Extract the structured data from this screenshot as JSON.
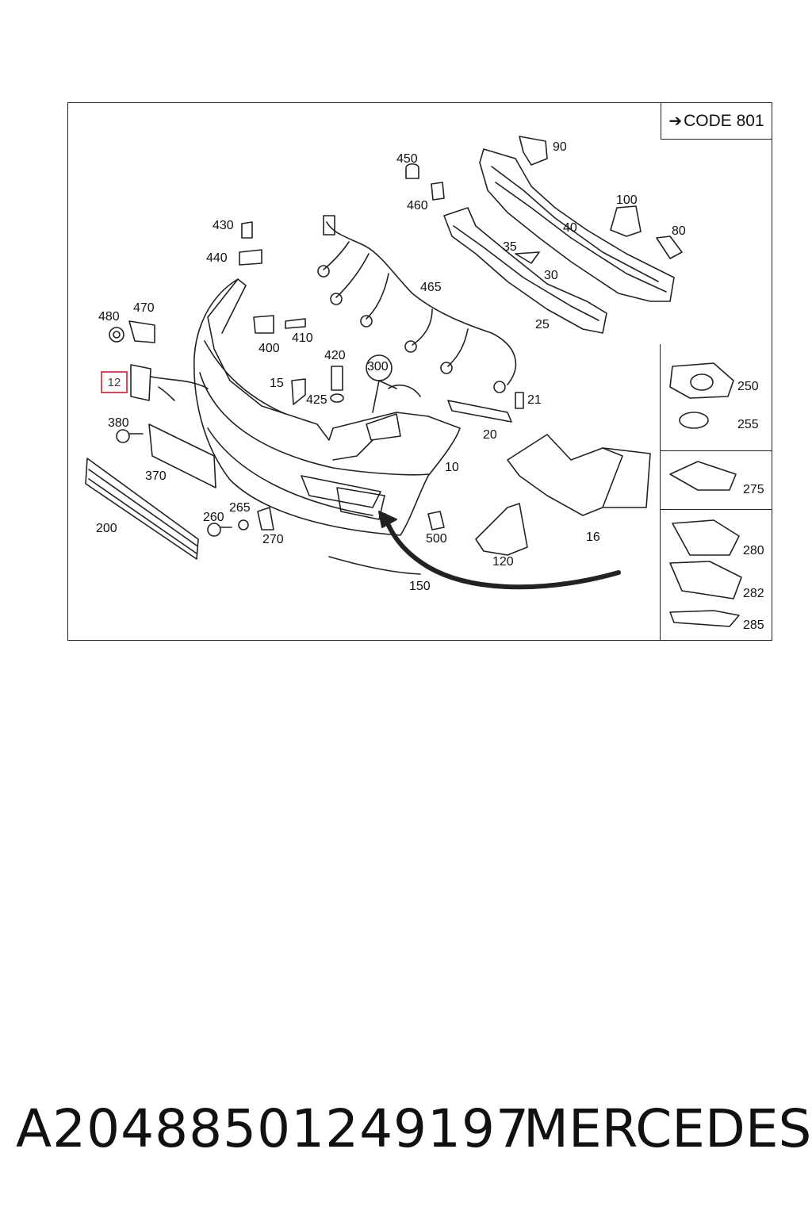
{
  "code_box": {
    "text": "CODE 801",
    "arrow_icon": "right-arrow-icon"
  },
  "highlight_color": "#d84a55",
  "callouts": {
    "p90": "90",
    "p450": "450",
    "p460": "460",
    "p100": "100",
    "p40": "40",
    "p80": "80",
    "p430": "430",
    "p440": "440",
    "p35": "35",
    "p30": "30",
    "p465": "465",
    "p25": "25",
    "p480": "480",
    "p470": "470",
    "p400": "400",
    "p410": "410",
    "p420": "420",
    "p300": "300",
    "p15": "15",
    "p425": "425",
    "p21": "21",
    "p12": "12",
    "p380": "380",
    "p20": "20",
    "p10": "10",
    "p370": "370",
    "p265": "265",
    "p260": "260",
    "p270": "270",
    "p500": "500",
    "p16": "16",
    "p200": "200",
    "p120": "120",
    "p150": "150",
    "p250": "250",
    "p255": "255",
    "p275": "275",
    "p280": "280",
    "p282": "282",
    "p285": "285"
  },
  "footer": {
    "part_number": "A20488501249197",
    "brand": "MERCEDES"
  }
}
